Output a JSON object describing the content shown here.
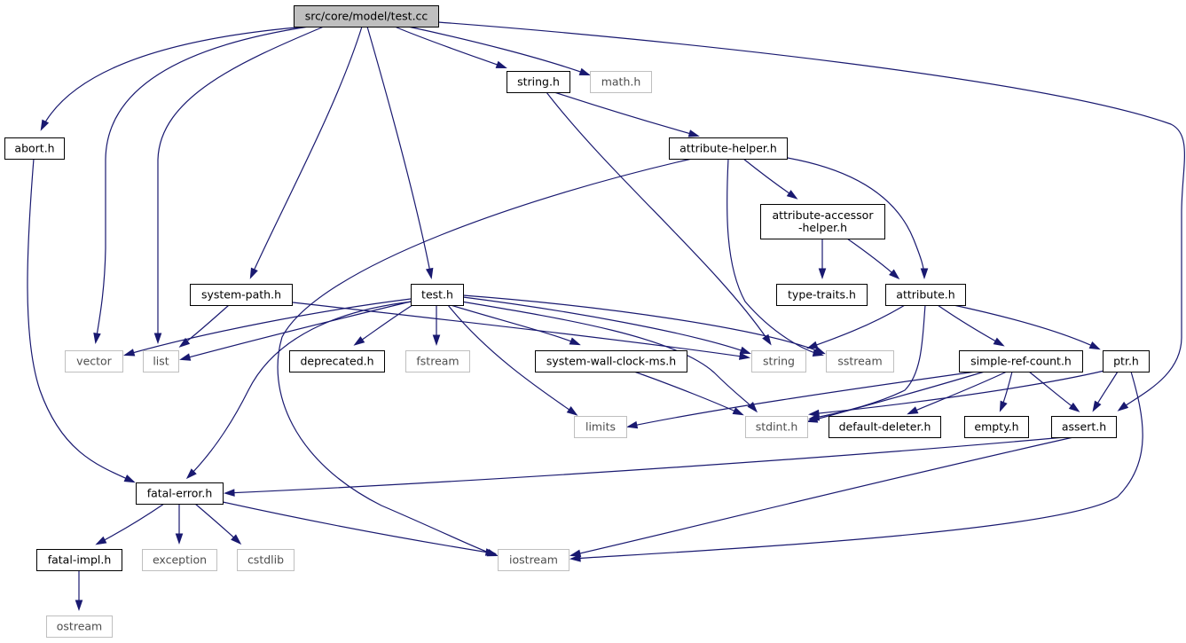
{
  "diagram": {
    "nodes": {
      "test_cc": {
        "label": "src/core/model/test.cc",
        "kind": "root"
      },
      "abort_h": {
        "label": "abort.h",
        "kind": "local"
      },
      "vector": {
        "label": "vector",
        "kind": "external"
      },
      "list": {
        "label": "list",
        "kind": "external"
      },
      "system_path_h": {
        "label": "system-path.h",
        "kind": "local"
      },
      "test_h": {
        "label": "test.h",
        "kind": "local"
      },
      "string_h": {
        "label": "string.h",
        "kind": "local"
      },
      "math_h": {
        "label": "math.h",
        "kind": "external"
      },
      "attribute_helper_h": {
        "label": "attribute-helper.h",
        "kind": "local"
      },
      "attribute_accessor_helper_h": {
        "label": "attribute-accessor\n-helper.h",
        "kind": "local"
      },
      "type_traits_h": {
        "label": "type-traits.h",
        "kind": "local"
      },
      "attribute_h": {
        "label": "attribute.h",
        "kind": "local"
      },
      "deprecated_h": {
        "label": "deprecated.h",
        "kind": "local"
      },
      "fstream": {
        "label": "fstream",
        "kind": "external"
      },
      "system_wall_clock_ms_h": {
        "label": "system-wall-clock-ms.h",
        "kind": "local"
      },
      "string": {
        "label": "string",
        "kind": "external"
      },
      "sstream": {
        "label": "sstream",
        "kind": "external"
      },
      "simple_ref_count_h": {
        "label": "simple-ref-count.h",
        "kind": "local"
      },
      "ptr_h": {
        "label": "ptr.h",
        "kind": "local"
      },
      "limits": {
        "label": "limits",
        "kind": "external"
      },
      "stdint_h": {
        "label": "stdint.h",
        "kind": "external"
      },
      "default_deleter_h": {
        "label": "default-deleter.h",
        "kind": "local"
      },
      "empty_h": {
        "label": "empty.h",
        "kind": "local"
      },
      "assert_h": {
        "label": "assert.h",
        "kind": "local"
      },
      "fatal_error_h": {
        "label": "fatal-error.h",
        "kind": "local"
      },
      "fatal_impl_h": {
        "label": "fatal-impl.h",
        "kind": "local"
      },
      "exception": {
        "label": "exception",
        "kind": "external"
      },
      "cstdlib": {
        "label": "cstdlib",
        "kind": "external"
      },
      "iostream": {
        "label": "iostream",
        "kind": "external"
      },
      "ostream": {
        "label": "ostream",
        "kind": "external"
      }
    },
    "edges": [
      [
        "test_cc",
        "abort_h"
      ],
      [
        "test_cc",
        "vector"
      ],
      [
        "test_cc",
        "list"
      ],
      [
        "test_cc",
        "system_path_h"
      ],
      [
        "test_cc",
        "test_h"
      ],
      [
        "test_cc",
        "string_h"
      ],
      [
        "test_cc",
        "math_h"
      ],
      [
        "test_cc",
        "assert_h"
      ],
      [
        "abort_h",
        "fatal_error_h"
      ],
      [
        "string_h",
        "attribute_helper_h"
      ],
      [
        "string_h",
        "string"
      ],
      [
        "attribute_helper_h",
        "attribute_accessor_helper_h"
      ],
      [
        "attribute_helper_h",
        "attribute_h"
      ],
      [
        "attribute_helper_h",
        "sstream"
      ],
      [
        "attribute_helper_h",
        "iostream"
      ],
      [
        "attribute_accessor_helper_h",
        "type_traits_h"
      ],
      [
        "attribute_accessor_helper_h",
        "attribute_h"
      ],
      [
        "attribute_h",
        "string"
      ],
      [
        "attribute_h",
        "stdint_h"
      ],
      [
        "attribute_h",
        "simple_ref_count_h"
      ],
      [
        "attribute_h",
        "ptr_h"
      ],
      [
        "system_path_h",
        "list"
      ],
      [
        "system_path_h",
        "string"
      ],
      [
        "test_h",
        "vector"
      ],
      [
        "test_h",
        "list"
      ],
      [
        "test_h",
        "deprecated_h"
      ],
      [
        "test_h",
        "fstream"
      ],
      [
        "test_h",
        "system_wall_clock_ms_h"
      ],
      [
        "test_h",
        "string"
      ],
      [
        "test_h",
        "sstream"
      ],
      [
        "test_h",
        "limits"
      ],
      [
        "test_h",
        "stdint_h"
      ],
      [
        "test_h",
        "fatal_error_h"
      ],
      [
        "system_wall_clock_ms_h",
        "stdint_h"
      ],
      [
        "simple_ref_count_h",
        "limits"
      ],
      [
        "simple_ref_count_h",
        "stdint_h"
      ],
      [
        "simple_ref_count_h",
        "default_deleter_h"
      ],
      [
        "simple_ref_count_h",
        "empty_h"
      ],
      [
        "simple_ref_count_h",
        "assert_h"
      ],
      [
        "ptr_h",
        "stdint_h"
      ],
      [
        "ptr_h",
        "assert_h"
      ],
      [
        "ptr_h",
        "iostream"
      ],
      [
        "assert_h",
        "fatal_error_h"
      ],
      [
        "assert_h",
        "iostream"
      ],
      [
        "fatal_error_h",
        "fatal_impl_h"
      ],
      [
        "fatal_error_h",
        "exception"
      ],
      [
        "fatal_error_h",
        "cstdlib"
      ],
      [
        "fatal_error_h",
        "iostream"
      ],
      [
        "fatal_impl_h",
        "ostream"
      ]
    ],
    "colors": {
      "edge": "#191970",
      "root_fill": "#bfbfbf",
      "local_border": "#000000",
      "external_border": "#bfbfbf",
      "external_text": "#4d4d4d"
    }
  }
}
